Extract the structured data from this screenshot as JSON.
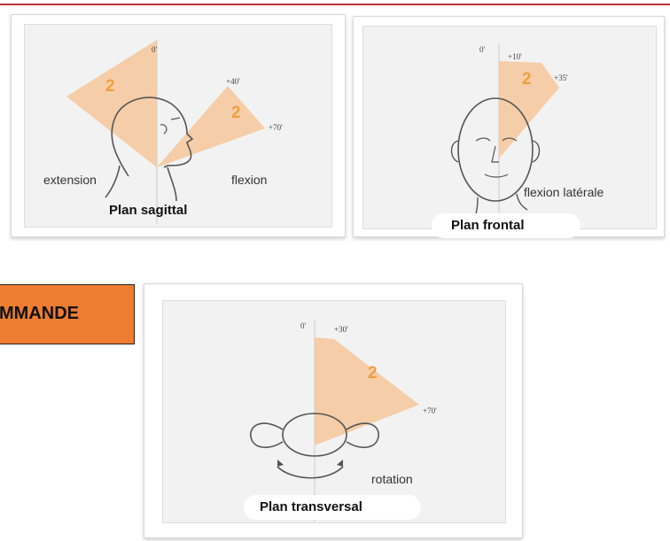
{
  "sagittal": {
    "title": "Plan sagittal",
    "label_extension": "extension",
    "label_flexion": "flexion",
    "angle_zero": "0'",
    "angle_plus40": "+40'",
    "angle_plus70": "+70'",
    "zone_extension": "2",
    "zone_flexion": "2"
  },
  "frontal": {
    "title": "Plan frontal",
    "label_flexion_laterale": "flexion latérale",
    "angle_zero": "0'",
    "angle_plus10": "+10'",
    "angle_plus35": "+35'",
    "zone": "2"
  },
  "transversal": {
    "title": "Plan transversal",
    "label_rotation": "rotation",
    "angle_zero": "0'",
    "angle_plus30": "+30'",
    "angle_plus70": "+70'",
    "zone": "2"
  },
  "side_box": {
    "label": "MMANDE"
  },
  "colors": {
    "sector_fill": "#f5c9a0",
    "zone_number": "#f0a040",
    "banner": "#ed7d31",
    "top_rule": "#b83232"
  }
}
